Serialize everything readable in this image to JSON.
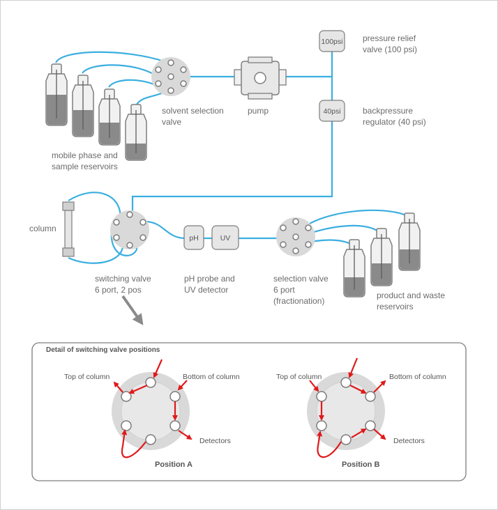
{
  "labels": {
    "pressure_relief": [
      "pressure relief",
      "valve (100 psi)"
    ],
    "backpressure": [
      "backpressure",
      "regulator (40 psi)"
    ],
    "solvent_valve": [
      "solvent selection",
      "valve"
    ],
    "pump": "pump",
    "reservoirs": [
      "mobile phase and",
      "sample reservoirs"
    ],
    "column": "column",
    "switching_valve": [
      "switching valve",
      "6 port, 2 pos"
    ],
    "probe": [
      "pH probe and",
      "UV detector"
    ],
    "selection_valve": [
      "selection valve",
      "6 port",
      "(fractionation)"
    ],
    "product": [
      "product and waste",
      "reservoirs"
    ],
    "box_100psi": "100psi",
    "box_40psi": "40psi",
    "box_ph": "pH",
    "box_uv": "UV"
  },
  "detail": {
    "title": "Detail of switching valve positions",
    "top_of_column": "Top of column",
    "bottom_of_column": "Bottom of column",
    "detectors": "Detectors",
    "position_a": "Position A",
    "position_b": "Position B"
  },
  "colors": {
    "tubing": "#3aaee0",
    "arrows": "#e0191a",
    "valve_body": "#d9d9d9"
  }
}
